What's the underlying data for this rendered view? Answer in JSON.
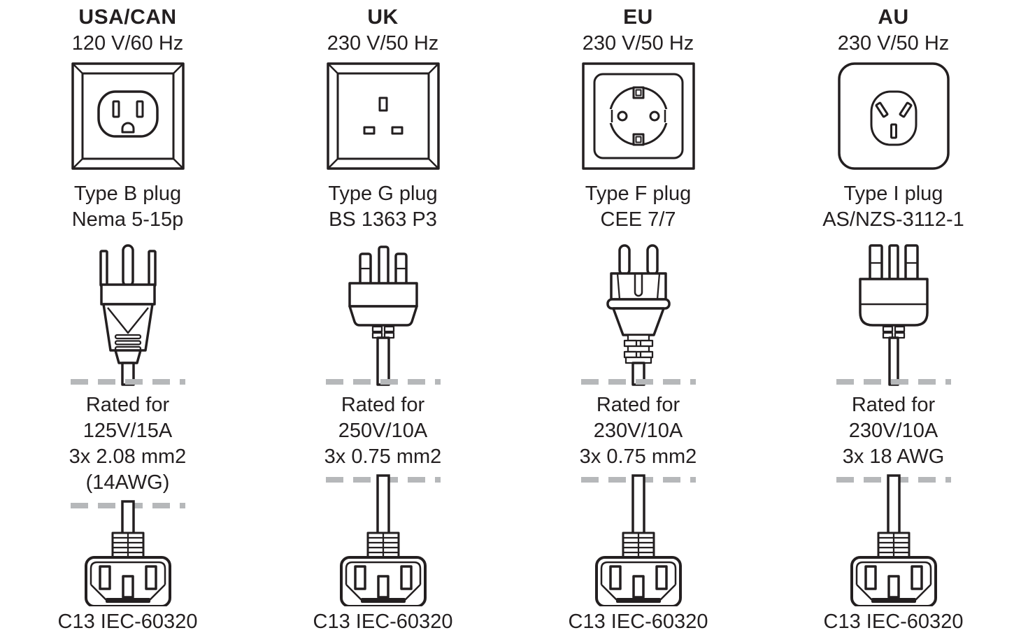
{
  "columns": [
    {
      "region": "USA/CAN",
      "voltage": "120 V/60 Hz",
      "socket_icon": "type-b-socket",
      "plug_type": "Type B plug",
      "standard": "Nema 5-15p",
      "plug_icon": "type-b-plug",
      "rated_lines": [
        "Rated for",
        "125V/15A",
        "3x 2.08 mm2",
        "(14AWG)"
      ],
      "connector_icon": "c13-connector",
      "connector_label": "C13 IEC-60320"
    },
    {
      "region": "UK",
      "voltage": "230 V/50 Hz",
      "socket_icon": "type-g-socket",
      "plug_type": "Type G plug",
      "standard": "BS 1363 P3",
      "plug_icon": "type-g-plug",
      "rated_lines": [
        "Rated for",
        "250V/10A",
        "3x 0.75 mm2"
      ],
      "connector_icon": "c13-connector",
      "connector_label": "C13 IEC-60320"
    },
    {
      "region": "EU",
      "voltage": "230 V/50 Hz",
      "socket_icon": "type-f-socket",
      "plug_type": "Type F plug",
      "standard": "CEE 7/7",
      "plug_icon": "type-f-plug",
      "rated_lines": [
        "Rated for",
        "230V/10A",
        "3x 0.75 mm2"
      ],
      "connector_icon": "c13-connector",
      "connector_label": "C13 IEC-60320"
    },
    {
      "region": "AU",
      "voltage": "230 V/50 Hz",
      "socket_icon": "type-i-socket",
      "plug_type": "Type I plug",
      "standard": "AS/NZS-3112-1",
      "plug_icon": "type-i-plug",
      "rated_lines": [
        "Rated for",
        "230V/10A",
        "3x 18 AWG"
      ],
      "connector_icon": "c13-connector",
      "connector_label": "C13 IEC-60320"
    }
  ],
  "colors": {
    "line": "#231f20",
    "text": "#231f20",
    "cable_break_dash": "#b6b8ba",
    "background": "#ffffff"
  }
}
